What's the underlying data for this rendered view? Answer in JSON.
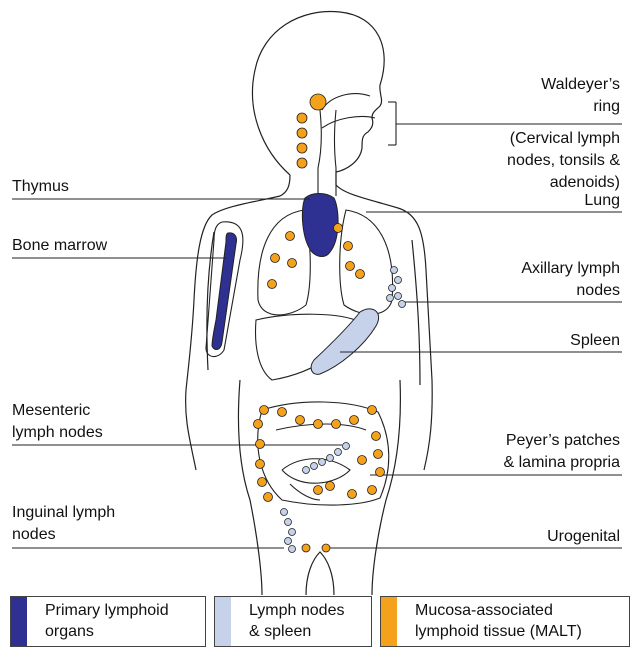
{
  "labels": {
    "waldeyer": [
      "Waldeyer’s",
      "ring"
    ],
    "waldeyer_note": [
      "(Cervical lymph",
      "nodes, tonsils &",
      "adenoids)"
    ],
    "thymus": "Thymus",
    "bone_marrow": "Bone marrow",
    "lung": "Lung",
    "axillary": [
      "Axillary lymph",
      "nodes"
    ],
    "spleen": "Spleen",
    "mesenteric": [
      "Mesenteric",
      "lymph nodes"
    ],
    "peyers": [
      "Peyer’s patches",
      "& lamina propria"
    ],
    "inguinal": [
      "Inguinal lymph",
      "nodes"
    ],
    "urogenital": "Urogenital"
  },
  "legend": [
    {
      "text": [
        "Primary lymphoid",
        "organs"
      ],
      "color": "#2f3192"
    },
    {
      "text": [
        "Lymph nodes",
        "& spleen"
      ],
      "color": "#c5d2ea"
    },
    {
      "text": [
        "Mucosa-associated",
        "lymphoid tissue (MALT)"
      ],
      "color": "#f4a11c"
    }
  ],
  "colors": {
    "primary": "#2f3192",
    "secondary": "#c5d2ea",
    "malt": "#f4a11c",
    "outline": "#222222"
  }
}
